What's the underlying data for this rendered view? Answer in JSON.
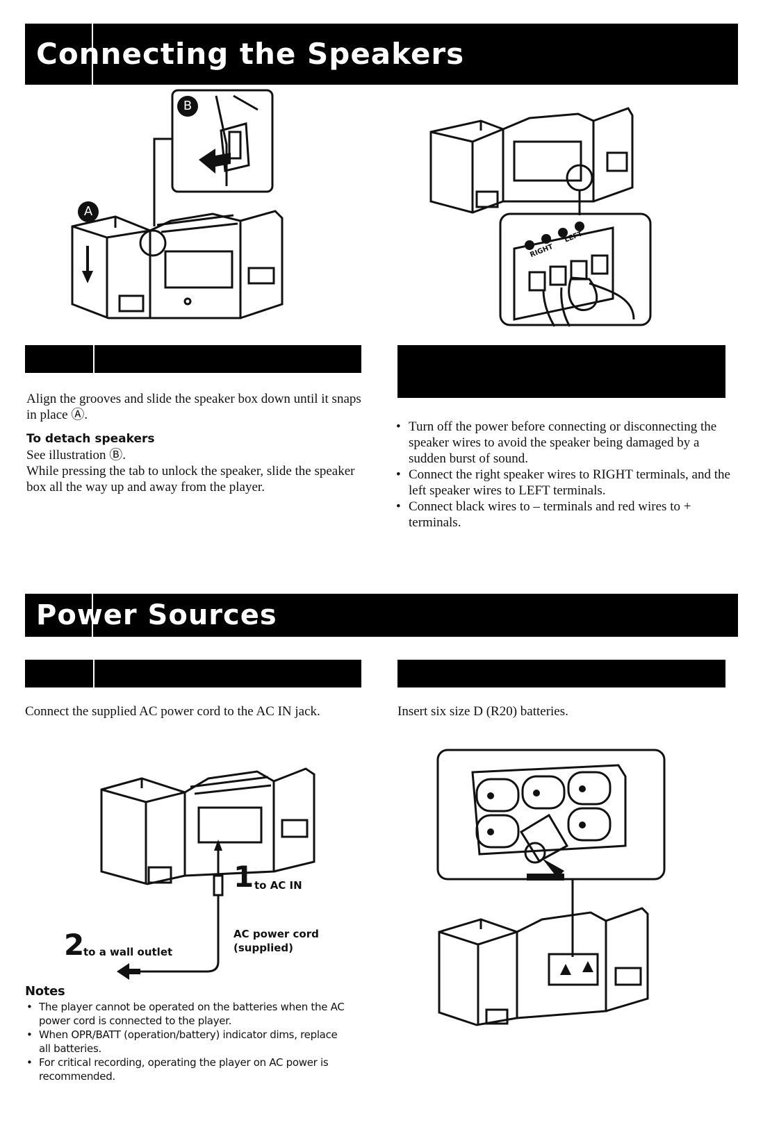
{
  "section1": {
    "title": "Connecting the Speakers",
    "left": {
      "callout_a": "A",
      "callout_b": "B",
      "intro": "Align the grooves and slide the speaker box down until it snaps in place Ⓐ.",
      "detach_heading": "To detach speakers",
      "detach_ref": "See illustration Ⓑ.",
      "detach_text": "While pressing the tab to unlock the speaker, slide the speaker box all the way up and away from the player."
    },
    "right": {
      "label_right": "RIGHT",
      "label_left": "LEFT",
      "bullets": [
        "Turn off the power before connecting or disconnecting the speaker wires to avoid the speaker being damaged by a sudden burst of sound.",
        "Connect the right speaker wires to RIGHT terminals, and the left speaker wires to LEFT terminals.",
        "Connect black wires to – terminals and red wires to + terminals."
      ]
    }
  },
  "section2": {
    "title": "Power Sources",
    "left": {
      "intro": "Connect the supplied AC power cord to the AC IN jack.",
      "step1_num": "1",
      "step1_text": "to AC IN",
      "step2_num": "2",
      "step2_text": "to a wall outlet",
      "cord_label_1": "AC power cord",
      "cord_label_2": "(supplied)",
      "notes_title": "Notes",
      "notes": [
        "The player cannot be operated on the batteries when the AC power cord is connected to the player.",
        "When OPR/BATT (operation/battery) indicator dims, replace all batteries.",
        "For critical recording, operating the player on AC power is recommended."
      ]
    },
    "right": {
      "intro": "Insert six size D (R20) batteries."
    }
  }
}
